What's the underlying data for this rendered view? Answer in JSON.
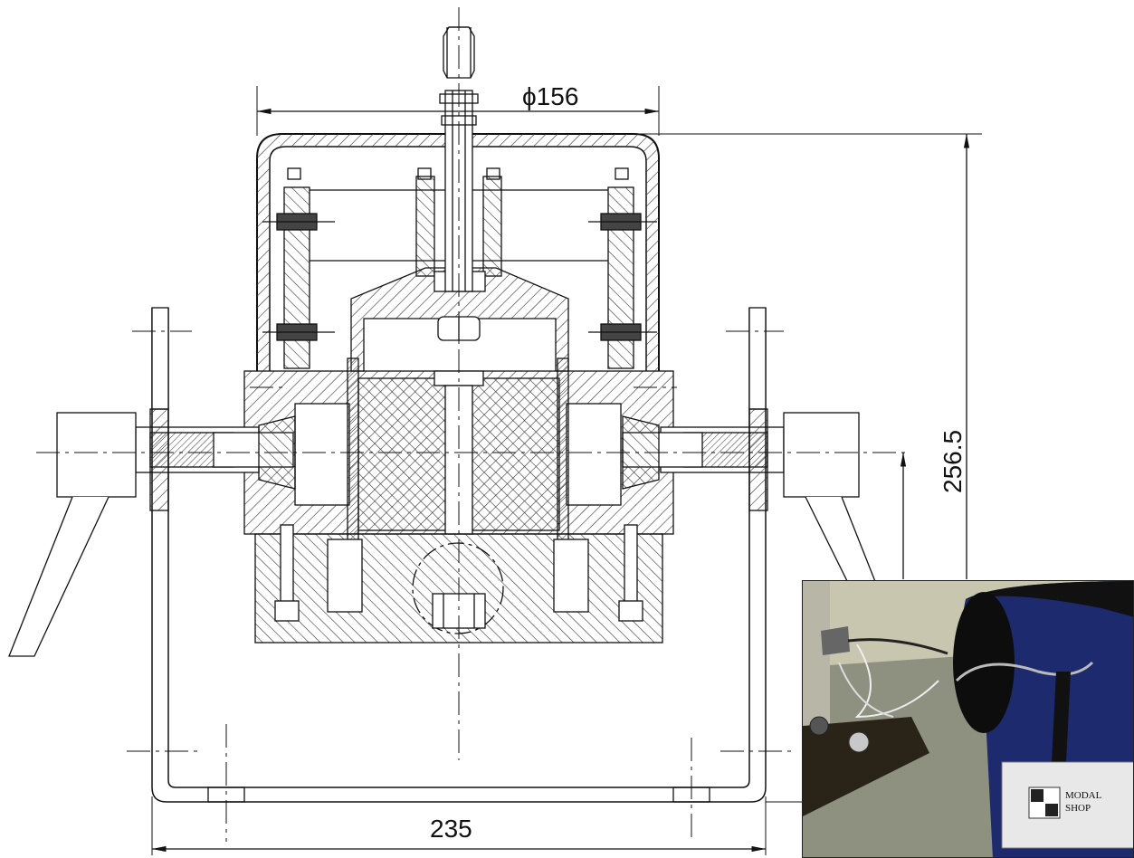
{
  "dimensions": {
    "diameter": "ϕ156",
    "height": "256.5",
    "width": "235"
  },
  "photo": {
    "label_line1": "MODAL",
    "label_line2": "SHOP"
  },
  "colors": {
    "line": "#111111",
    "hatch": "#333333",
    "shaker_body": "#1d2a6e",
    "floor": "#9a9c8a",
    "wall": "#c9c6b0"
  }
}
